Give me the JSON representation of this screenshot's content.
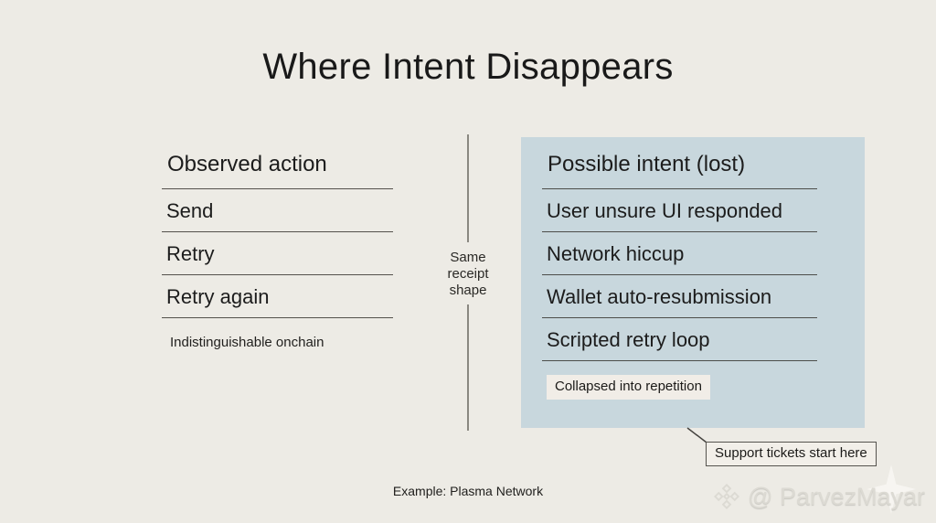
{
  "slide": {
    "title": "Where Intent Disappears",
    "footer_note": "Example: Plasma Network"
  },
  "left_panel": {
    "header": "Observed action",
    "items": [
      "Send",
      "Retry",
      "Retry again"
    ],
    "footnote": "Indistinguishable onchain"
  },
  "connector": {
    "label_lines": [
      "Same",
      "receipt",
      "shape"
    ]
  },
  "right_panel": {
    "header": "Possible intent (lost)",
    "items": [
      "User unsure UI responded",
      "Network hiccup",
      "Wallet auto-resubmission",
      "Scripted retry loop"
    ],
    "badge": "Collapsed into repetition"
  },
  "callout": {
    "label": "Support tickets start here"
  },
  "watermark": {
    "handle": "@ ParvezMayar",
    "icon": "bnb-diamond-logo-icon",
    "sparkle_icon": "diamond-sparkle-icon"
  },
  "colors": {
    "background": "#edebe5",
    "panel_blue": "#c8d7dd",
    "text": "#1c1c1c",
    "separator_line": "#45433f",
    "badge_background": "#f1ede7",
    "callout_background": "#f2efe9",
    "watermark": "#dcdad3"
  }
}
